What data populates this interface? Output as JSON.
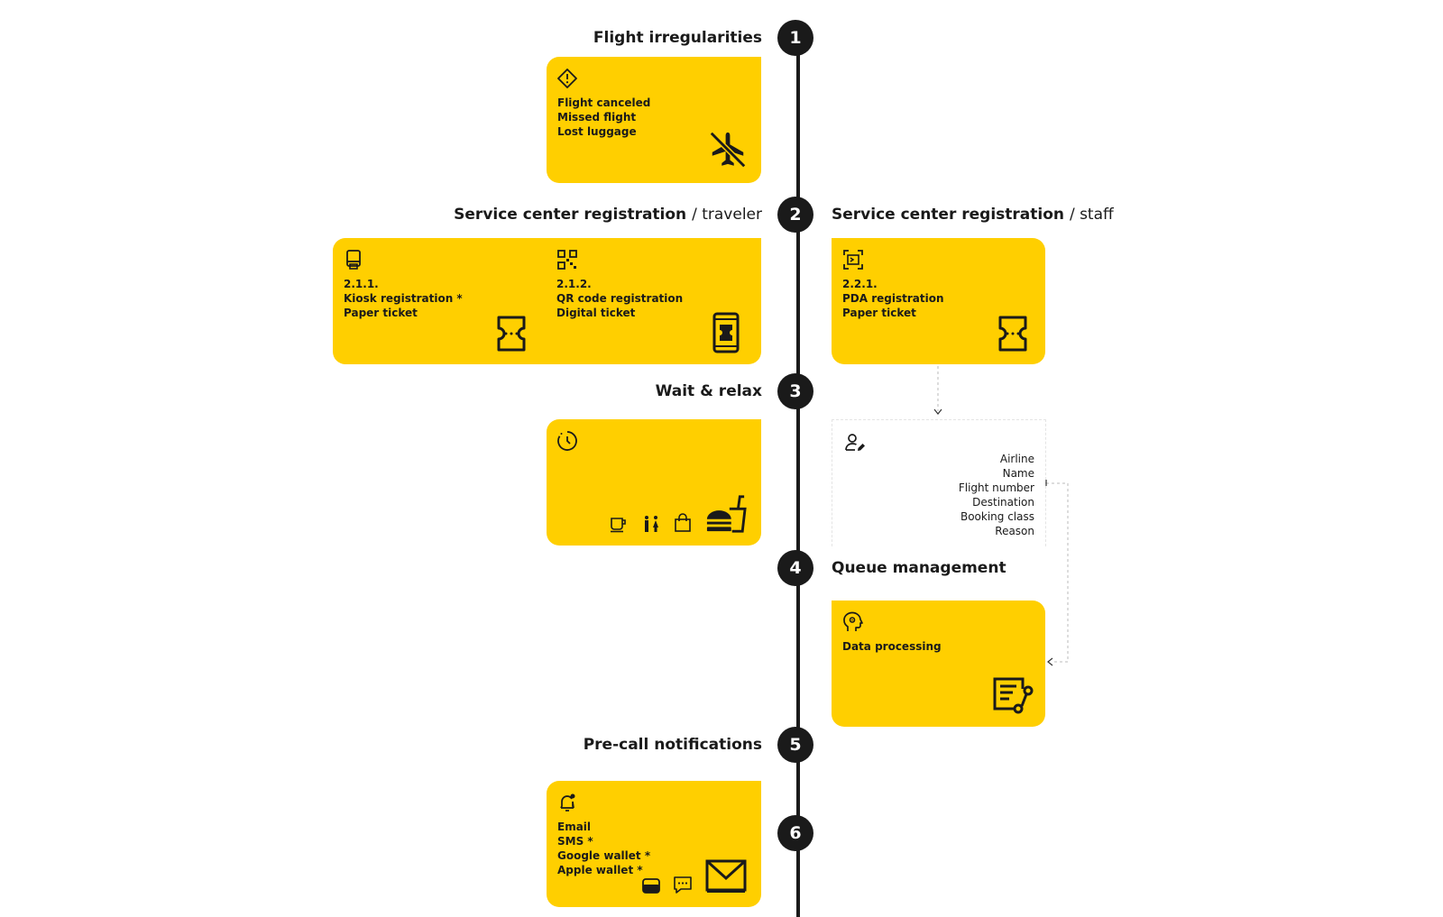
{
  "steps": [
    {
      "number": "1",
      "title": "Flight irregularities",
      "items": [
        "Flight canceled",
        "Missed flight",
        "Lost luggage"
      ]
    },
    {
      "number": "2",
      "traveler_title": "Service center registration",
      "traveler_sub": "/ traveler",
      "staff_title": "Service center registration",
      "staff_sub": "/ staff",
      "kiosk": [
        "2.1.1.",
        "Kiosk registration *",
        "Paper ticket"
      ],
      "qr": [
        "2.1.2.",
        "QR code registration",
        "Digital ticket"
      ],
      "pda": [
        "2.2.1.",
        "PDA registration",
        "Paper ticket"
      ]
    },
    {
      "number": "3",
      "title": "Wait & relax"
    },
    {
      "number": "4",
      "title": "Queue management",
      "items": [
        "Data processing"
      ]
    },
    {
      "number": "5",
      "title": "Pre-call notifications",
      "items": [
        "Email",
        "SMS *",
        "Google wallet *",
        "Apple wallet *"
      ]
    },
    {
      "number": "6"
    }
  ],
  "data_form": {
    "fields": [
      "Airline",
      "Name",
      "Flight number",
      "Destination",
      "Booking class",
      "Reason"
    ]
  },
  "colors": {
    "accent": "#ffcf00",
    "dark": "#1a1a1a"
  },
  "icons": [
    "warning-diamond-icon",
    "airplane-off-icon",
    "kiosk-icon",
    "qr-code-icon",
    "scanner-icon",
    "ticket-icon",
    "phone-ticket-icon",
    "clock-icon",
    "coffee-icon",
    "restroom-icon",
    "shopping-bag-icon",
    "food-drink-icon",
    "user-edit-icon",
    "head-gear-icon",
    "data-flow-icon",
    "bell-icon",
    "envelope-icon",
    "wallet-icon",
    "chat-icon"
  ]
}
